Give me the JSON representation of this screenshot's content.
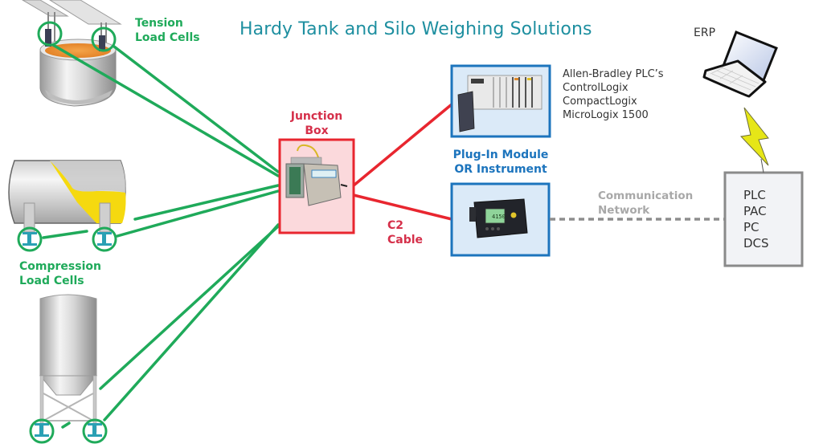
{
  "title": "Hardy Tank and Silo Weighing Solutions",
  "colors": {
    "title": "#1e8fa0",
    "load_cell_wire": "#1faa5a",
    "c2_cable": "#e8262f",
    "junction_box_border": "#e8262f",
    "junction_box_fill": "#fbd9dc",
    "module_border": "#1c74bd",
    "module_fill": "#dbeaf8",
    "network_line": "#8e8e8e",
    "system_box_border": "#8a8a8a",
    "system_box_fill": "#f2f3f6",
    "lightning": "#e6e617"
  },
  "labels": {
    "tension": [
      "Tension",
      "Load Cells"
    ],
    "compression": [
      "Compression",
      "Load Cells"
    ],
    "junction_box": [
      "Junction",
      "Box"
    ],
    "c2_cable": [
      "C2",
      "Cable"
    ],
    "plug_in_module": [
      "Plug-In Module",
      "OR Instrument"
    ],
    "communication_network": [
      "Communication",
      "Network"
    ],
    "erp": "ERP"
  },
  "plc_list": [
    "Allen-Bradley PLC’s",
    "ControlLogix",
    "CompactLogix",
    "MicroLogix 1500"
  ],
  "system_box": [
    "PLC",
    "PAC",
    "PC",
    "DCS"
  ],
  "instrument_display": "4150"
}
